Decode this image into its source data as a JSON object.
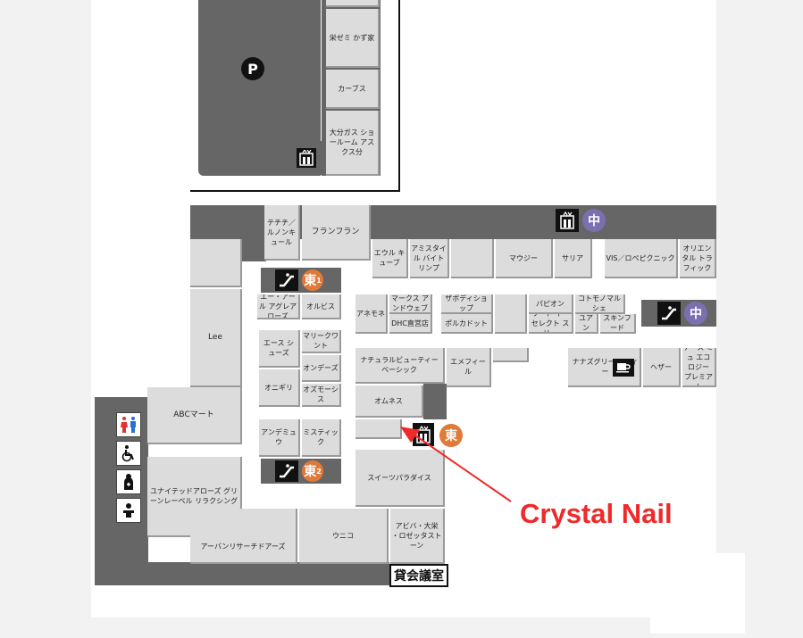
{
  "map": {
    "parking_symbol": "P",
    "meeting_room": "貸会議室",
    "callout_label": "Crystal Nail",
    "upper_shops": {
      "top": "",
      "sohzemi": "栄ゼミ かず家",
      "curves": "カーブス",
      "oita_gas": "大分ガス ショールーム アスクス分"
    },
    "shops": {
      "techichi": "テチチ／ ルノンキュール",
      "franfranc": "フランフラン",
      "eole": "エウル キューブ",
      "amestyle": "アミスタイル バイトリンプ",
      "blank1": "",
      "mauji": "マウジー",
      "salia": "サリア",
      "vis": "VIS／ロペピクニック",
      "oriental": "オリエンタル トラフィック",
      "aaloe": "エー・アール アグレアローズ",
      "orbis": "オルビス",
      "anemone": "アネモネ",
      "marks": "マークス アンドウェブ",
      "dhc": "DHC直営店",
      "zabody": "ザボディショップ",
      "polka": "ポルカドット",
      "blank2": "",
      "papion": "パピオン",
      "cotomono": "コトモノマルシェ",
      "lid": "リード イー セレクト スリー",
      "uan": "ユアン",
      "skinfood": "スキンフード",
      "lee": "Lee",
      "aceshoes": "エース シューズ",
      "mariquant": "マリークワント",
      "onigiri": "オニギリ",
      "ondez": "オンデーズ",
      "ozmosis": "オズモーシス",
      "natural": "ナチュラルビューティー ベーシック",
      "emfil": "エメフィール",
      "nanas": "ナナズグリーン ティー",
      "heather": "ヘザー",
      "earth": "アース ミュ エコロジー プレミアム",
      "omnes": "オムネス",
      "crystal": "",
      "abc": "ABCマート",
      "andemiu": "アンデミュウ",
      "mystic": "ミスティック",
      "united": "ユナイテッドアローズ グリーンレーベル リラクシング",
      "sweets": "スイーツパラダイス",
      "urban": "アーバンリサーチドアーズ",
      "uniqlo": "ウニコ",
      "avail": "アビバ・大栄 ・ロゼッタストーン"
    },
    "markers": {
      "east1": "東",
      "east1_sub": "1",
      "east2": "東",
      "east2_sub": "2",
      "east": "東",
      "center1": "中",
      "center2": "中"
    }
  }
}
